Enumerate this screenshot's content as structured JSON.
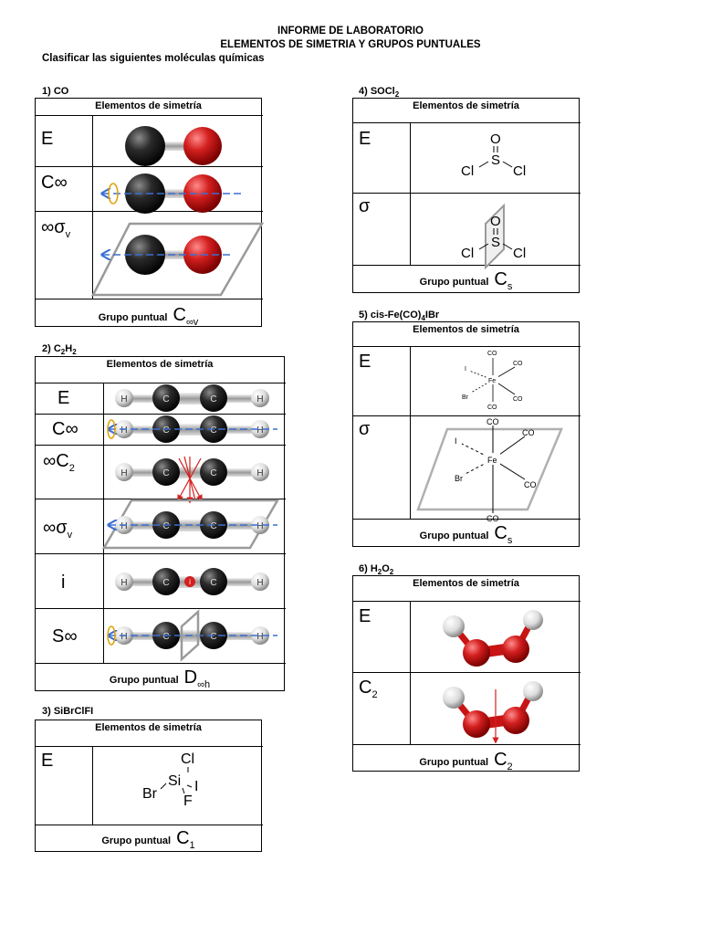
{
  "header": {
    "line1": "INFORME DE LABORATORIO",
    "line2": "ELEMENTOS DE SIMETRIA Y GRUPOS PUNTUALES",
    "intro": "Clasificar las siguientes moléculas químicas"
  },
  "table_header": "Elementos de simetría",
  "point_group_label": "Grupo puntual",
  "sections": {
    "co": {
      "title": "1) CO",
      "elements": [
        "E",
        "C∞",
        "∞σv"
      ],
      "group": {
        "main": "C",
        "sub": "∞v"
      }
    },
    "c2h2": {
      "title_main": "2) C",
      "title_sub1": "2",
      "title_mid": "H",
      "title_sub2": "2",
      "elements": [
        "E",
        "C∞",
        "∞C2",
        "∞σv",
        "i",
        "S∞"
      ],
      "group": {
        "main": "D",
        "sub": "∞h"
      },
      "atoms": {
        "h": "H",
        "c": "C",
        "i_marker": "i"
      }
    },
    "sibrclfi": {
      "title": "3) SiBrClFI",
      "elements": [
        "E"
      ],
      "group": {
        "main": "C",
        "sub": "1"
      },
      "atoms": {
        "cl": "Cl",
        "si": "Si",
        "br": "Br",
        "i": "I",
        "f": "F"
      }
    },
    "socl2": {
      "title_main": "4) SOCl",
      "title_sub": "2",
      "elements": [
        "E",
        "σ"
      ],
      "group": {
        "main": "C",
        "sub": "s"
      },
      "atoms": {
        "o": "O",
        "s": "S",
        "cl": "Cl"
      }
    },
    "fe": {
      "title_main": "5) cis-Fe(CO)",
      "title_sub": "4",
      "title_end": "IBr",
      "elements": [
        "E",
        "σ"
      ],
      "group": {
        "main": "C",
        "sub": "s"
      },
      "atoms": {
        "co": "CO",
        "fe": "Fe",
        "i": "I",
        "br": "Br"
      }
    },
    "h2o2": {
      "title_main": "6) H",
      "title_sub1": "2",
      "title_mid": "O",
      "title_sub2": "2",
      "elements": [
        "E",
        "C2"
      ],
      "group": {
        "main": "C",
        "sub": "2"
      }
    }
  },
  "colors": {
    "carbon": "#2a2a2a",
    "oxygen": "#d31f1f",
    "hydrogen": "#e8e8e8",
    "axis": "#3b6fd4",
    "rotation": "#e0a000",
    "plane": "#9a9a9a"
  }
}
